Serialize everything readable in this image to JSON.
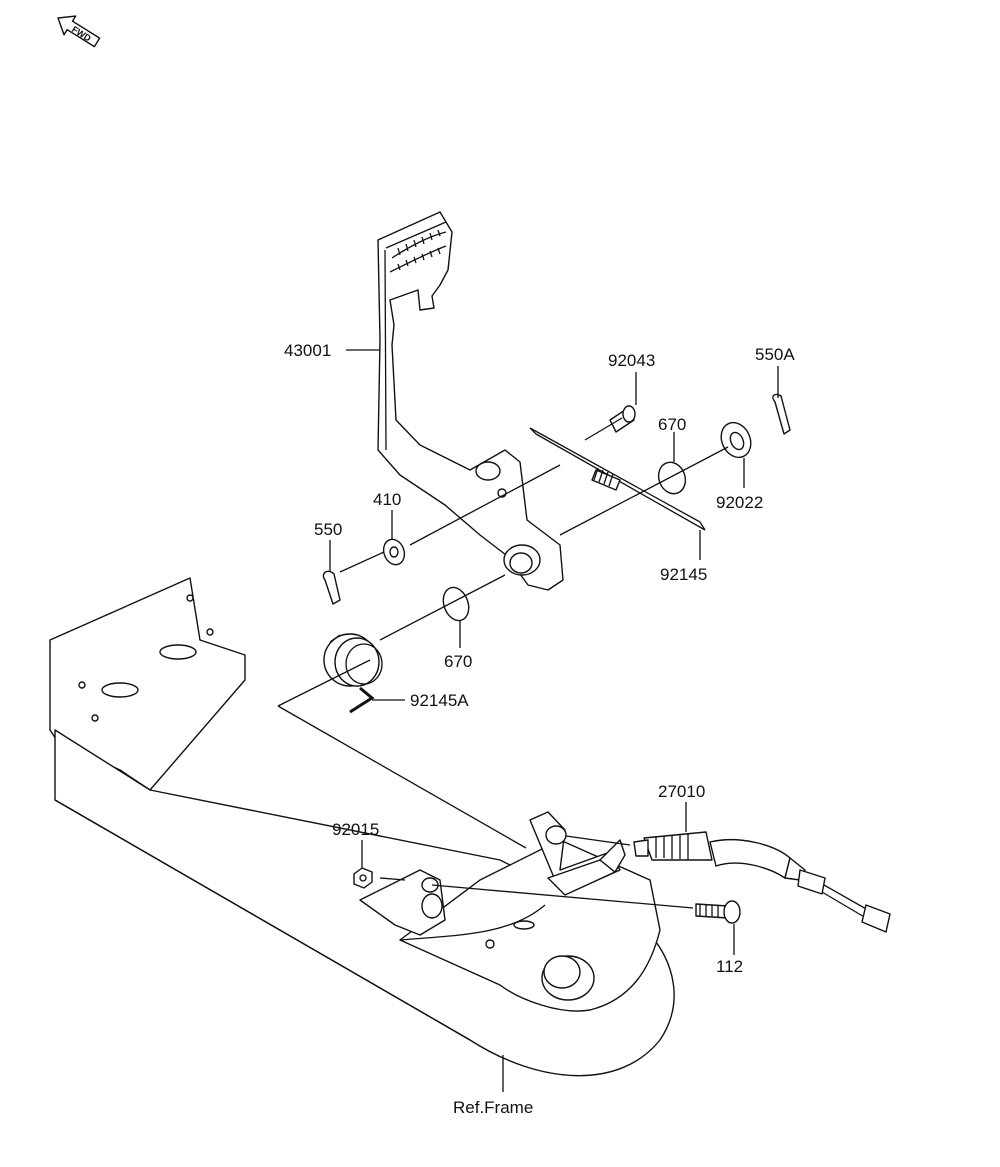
{
  "fwd_indicator": {
    "text": "FWD"
  },
  "labels": {
    "p43001": "43001",
    "p92043": "92043",
    "p550A": "550A",
    "p670_upper": "670",
    "p92022": "92022",
    "p410": "410",
    "p550": "550",
    "p92145": "92145",
    "p670_lower": "670",
    "p92145A": "92145A",
    "p27010": "27010",
    "p92015": "92015",
    "p112": "112",
    "ref_frame": "Ref.Frame"
  },
  "colors": {
    "line": "#111111",
    "background": "#ffffff"
  }
}
